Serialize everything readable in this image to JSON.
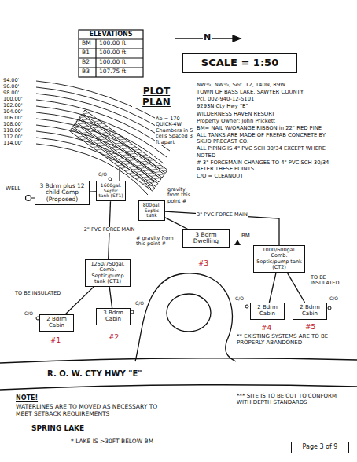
{
  "diagram": {
    "title": "PLOT PLAN",
    "nodes": [
      {
        "text": [
          "SCALE = 1:50"
        ]
      },
      {
        "text": [
          "3 Bdrm plus 12 child Camp (Proposed)"
        ]
      },
      {
        "text": [
          "1600gal. Septic tank (ST1)"
        ]
      },
      {
        "text": [
          "800gal. Septic tank"
        ]
      },
      {
        "text": [
          "3 Bdrm Dwelling"
        ]
      },
      {
        "text": [
          "1250/750gal. Comb. Septic/pump tank (CT1)"
        ]
      },
      {
        "text": [
          "1000/600gal. Comb. Septic/pump tank (CT2)"
        ]
      },
      {
        "text": [
          "2 Bdrm Cabin"
        ]
      },
      {
        "text": [
          "3 Bdrm Cabin"
        ]
      },
      {
        "text": [
          "2 Bdrm Cabin"
        ]
      },
      {
        "text": [
          "2 Bdrm Cabin"
        ]
      },
      {
        "text": [
          "Page 3 of 9"
        ]
      }
    ],
    "edges": [
      {
        "from": 1,
        "to": 2,
        "arrow": "none"
      },
      {
        "from": 5,
        "to": 2,
        "label": "2\" PVC FORCE MAIN",
        "arrow": "none"
      },
      {
        "from": 4,
        "to": 3,
        "arrow": "none"
      },
      {
        "from": 6,
        "to": 3,
        "label": "3\" PVC FORCE MAIN",
        "arrow": "none"
      },
      {
        "from": 7,
        "to": 5,
        "arrow": "none"
      },
      {
        "from": 8,
        "to": 5,
        "arrow": "none"
      },
      {
        "from": 9,
        "to": 6,
        "arrow": "none"
      },
      {
        "from": 10,
        "to": 6,
        "arrow": "none"
      }
    ],
    "labels": [
      "ELEVATIONS",
      "BM",
      "100.00 ft",
      "B1",
      "100.00 ft",
      "B2",
      "100.00 ft",
      "B3",
      "107.75 ft",
      "N",
      "NW¼, NW¼, Sec. 12, T40N, R9W",
      "TOWN OF BASS LAKE, SAWYER COUNTY",
      "Pcl. 002-940-12-5101",
      "9293N Cty Hwy \"E\"",
      "WILDERNESS HAVEN RESORT",
      "Property Owner: John Prickett",
      "BM= NAIL W/ORANGE RIBBON in 22\" RED PINE",
      "ALL TANKS ARE MADE OF PREFAB CONCRETE BY SKUD PRECAST CO.",
      "ALL PIPING IS 4\" PVC SCH 30/34 EXCEPT WHERE NOTED",
      "# 3\" FORCEMAIN CHANGES TO 4\" PVC SCH 30/34 AFTER THESE POINTS",
      "C/O = CLEANOUT",
      "94.00'",
      "96.00'",
      "98.00'",
      "100.00'",
      "102.00'",
      "104.00'",
      "106.00'",
      "108.00'",
      "110.00'",
      "112.00'",
      "114.00'",
      "Ab = 170 QUICK-4W Chambers in 5 cells Spaced 3 ft apart",
      "WELL",
      "# gravity from this point #",
      "gravity from this point #",
      "BM",
      "C/O",
      "C/O",
      "C/O",
      "C/O",
      "C/O",
      "TO BE INSULATED",
      "TO BE INSULATED",
      "#1",
      "#2",
      "#3",
      "#4",
      "#5",
      "R. O. W. CTY HWY \"E\"",
      "** EXISTING SYSTEMS ARE TO BE PROPERLY ABANDONED",
      "*** SITE IS TO BE CUT TO CONFORM WITH DEPTH STANDARDS",
      "NOTE!",
      "WATERLINES ARE TO MOVED AS NECESSARY TO MEET SETBACK REQUIREMENTS",
      "SPRING LAKE",
      "* LAKE IS >30FT BELOW BM"
    ]
  }
}
